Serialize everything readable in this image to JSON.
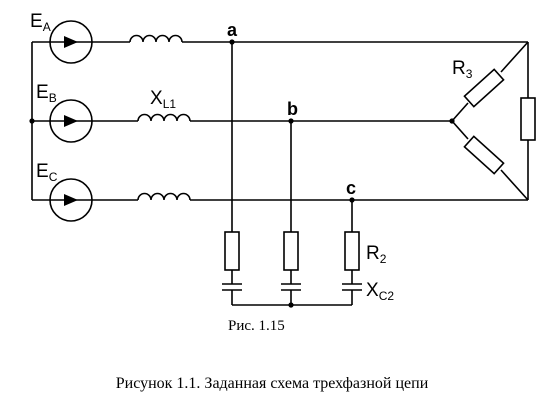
{
  "labels": {
    "source_a": {
      "main": "E",
      "sub": "A"
    },
    "source_b": {
      "main": "E",
      "sub": "B"
    },
    "source_c": {
      "main": "E",
      "sub": "C"
    },
    "inductor": {
      "main": "X",
      "sub": "L1"
    },
    "resistor_delta": {
      "main": "R",
      "sub": "3"
    },
    "resistor_star": {
      "main": "R",
      "sub": "2"
    },
    "capacitor": {
      "main": "X",
      "sub": "C2"
    }
  },
  "nodes": {
    "a": "a",
    "b": "b",
    "c": "c"
  },
  "captions": {
    "figure": "Рис. 1.15",
    "main": "Рисунок 1.1. Заданная схема трехфазной цепи"
  }
}
